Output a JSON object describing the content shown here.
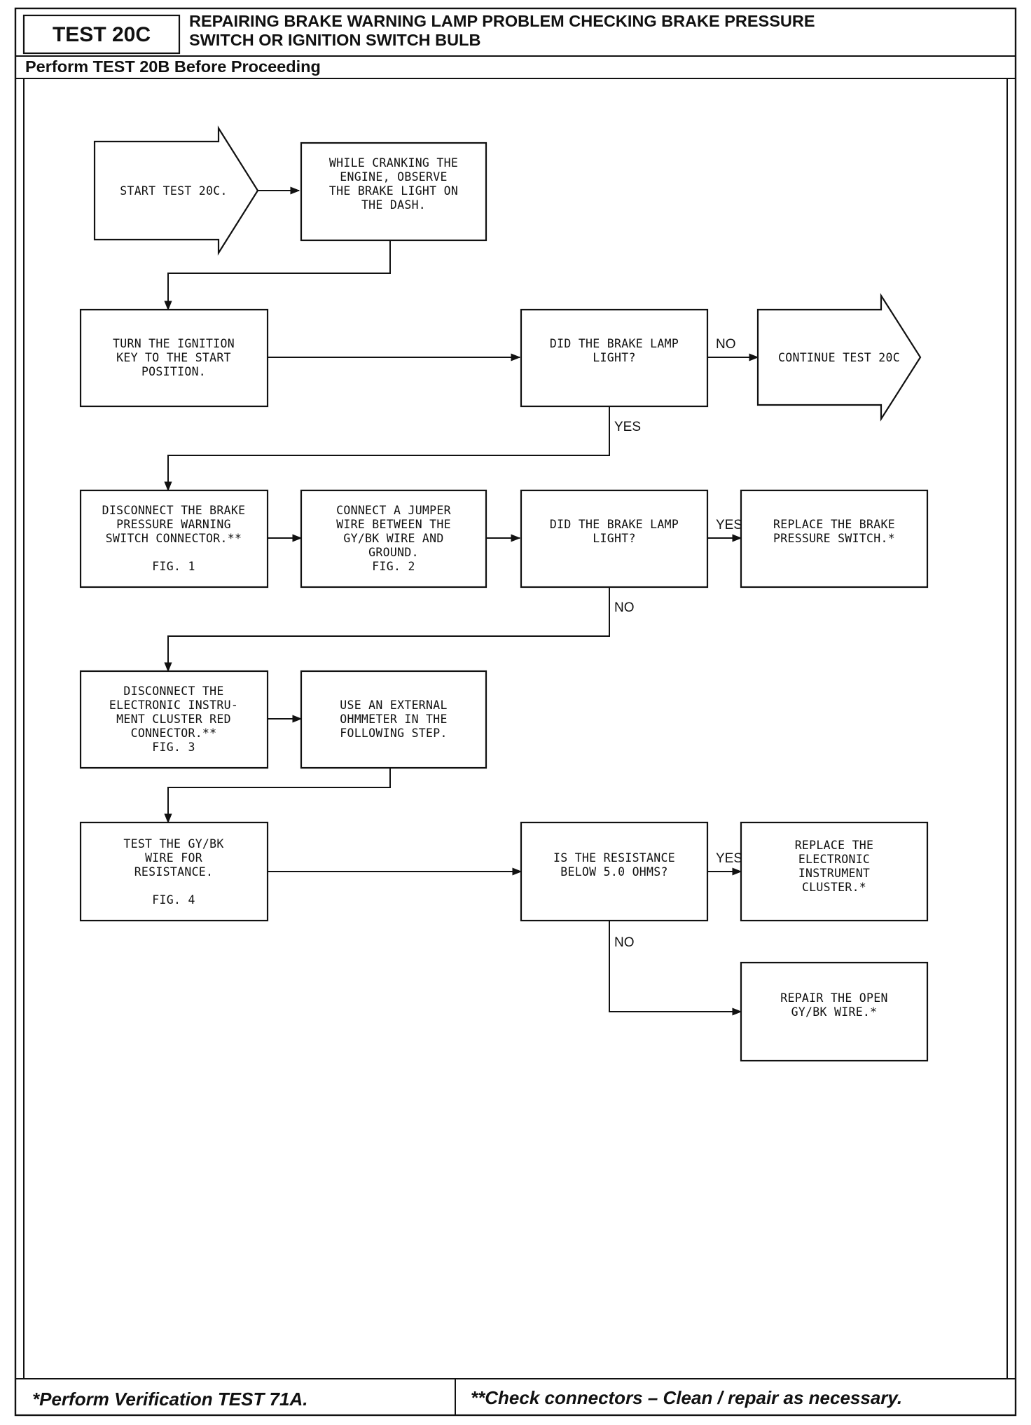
{
  "header": {
    "test_id": "TEST 20C",
    "title_line1": "REPAIRING BRAKE WARNING LAMP PROBLEM CHECKING BRAKE PRESSURE",
    "title_line2": "SWITCH OR IGNITION SWITCH BULB",
    "prerequisite": "Perform TEST 20B Before Proceeding"
  },
  "nodes": {
    "start": [
      "START TEST 20C."
    ],
    "crank": [
      "WHILE CRANKING THE",
      "ENGINE, OBSERVE",
      "THE BRAKE LIGHT ON",
      "THE DASH."
    ],
    "ignition": [
      "TURN THE IGNITION",
      "KEY TO THE START",
      "POSITION."
    ],
    "q1": [
      "DID THE BRAKE LAMP",
      "LIGHT?"
    ],
    "continue": [
      "CONTINUE TEST 20C"
    ],
    "disconnect_switch": [
      "DISCONNECT THE BRAKE",
      "PRESSURE WARNING",
      "SWITCH CONNECTOR.**",
      "",
      "FIG. 1"
    ],
    "jumper": [
      "CONNECT A JUMPER",
      "WIRE BETWEEN THE",
      "GY/BK WIRE AND",
      "GROUND.",
      "FIG. 2"
    ],
    "q2": [
      "DID THE BRAKE LAMP",
      "LIGHT?"
    ],
    "replace_switch": [
      "REPLACE THE BRAKE",
      "PRESSURE SWITCH.*"
    ],
    "disconnect_cluster": [
      "DISCONNECT THE",
      "ELECTRONIC INSTRU-",
      "MENT CLUSTER RED",
      "CONNECTOR.**",
      "FIG. 3"
    ],
    "ohmmeter": [
      "USE AN EXTERNAL",
      "OHMMETER IN THE",
      "FOLLOWING STEP."
    ],
    "test_wire": [
      "TEST THE GY/BK",
      "WIRE FOR",
      "RESISTANCE.",
      "",
      "FIG. 4"
    ],
    "q3": [
      "IS THE RESISTANCE",
      "BELOW 5.0 OHMS?"
    ],
    "replace_cluster": [
      "REPLACE THE",
      "ELECTRONIC",
      "INSTRUMENT",
      "CLUSTER.*"
    ],
    "repair_wire": [
      "REPAIR THE OPEN",
      "GY/BK WIRE.*"
    ]
  },
  "edge_labels": {
    "q1_no": "NO",
    "q1_yes": "YES",
    "q2_yes": "YES",
    "q2_no": "NO",
    "q3_yes": "YES",
    "q3_no": "NO"
  },
  "footer": {
    "left": "*Perform Verification TEST 71A.",
    "right": "**Check connectors – Clean / repair as necessary."
  },
  "colors": {
    "ink": "#111111",
    "paper": "#ffffff"
  }
}
